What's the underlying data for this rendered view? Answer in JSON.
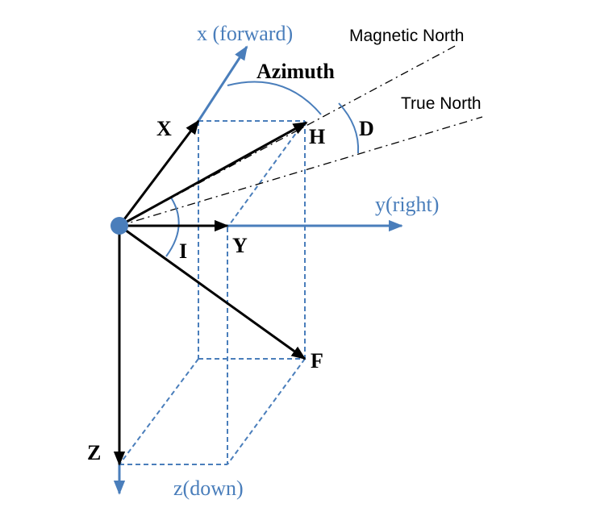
{
  "colors": {
    "blue": "#4a7ebb",
    "black": "#000000",
    "background": "#ffffff"
  },
  "axes": {
    "x_label": "x (forward)",
    "y_label": "y(right)",
    "z_label": "z(down)"
  },
  "vectors": {
    "X": "X",
    "Y": "Y",
    "Z": "Z",
    "H": "H",
    "F": "F"
  },
  "angles": {
    "azimuth": "Azimuth",
    "declination": "D",
    "inclination": "I"
  },
  "references": {
    "magnetic_north": "Magnetic North",
    "true_north": "True North"
  },
  "icons": {
    "origin": "origin-dot-icon"
  }
}
